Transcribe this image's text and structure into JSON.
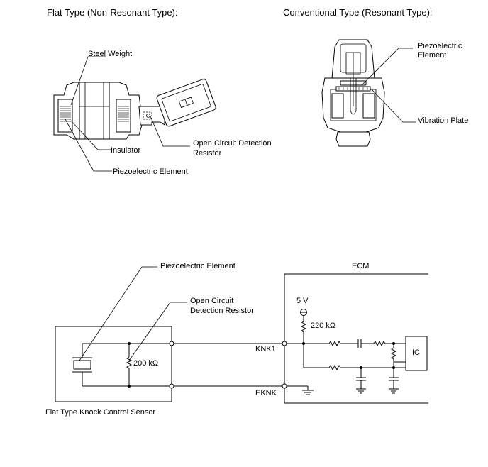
{
  "headings": {
    "flat_type": "Flat Type (Non-Resonant Type):",
    "conventional_type": "Conventional Type (Resonant Type):"
  },
  "flat_sensor_labels": {
    "steel_weight": "Steel Weight",
    "insulator": "Insulator",
    "piezoelectric_element": "Piezoelectric Element",
    "open_circuit_line1": "Open Circuit Detection",
    "open_circuit_line2": "Resistor"
  },
  "conventional_sensor_labels": {
    "piezo_line1": "Piezoelectric",
    "piezo_line2": "Element",
    "vibration_plate": "Vibration Plate"
  },
  "circuit": {
    "piezoelectric_element": "Piezoelectric Element",
    "open_circuit_line1": "Open Circuit",
    "open_circuit_line2": "Detection Resistor",
    "resistor_value": "200 kΩ",
    "sensor_name": "Flat Type Knock Control Sensor",
    "ecm": "ECM",
    "supply": "5 V",
    "pullup_value": "220 kΩ",
    "knk1": "KNK1",
    "eknk": "EKNK",
    "ic": "IC"
  }
}
